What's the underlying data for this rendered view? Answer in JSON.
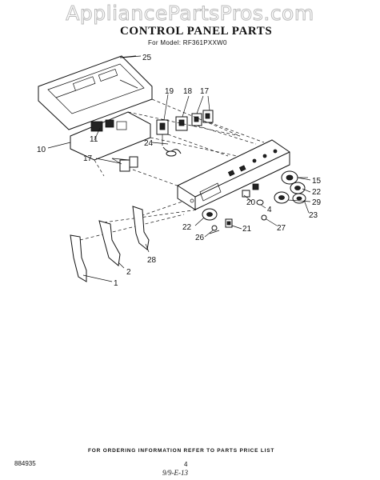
{
  "watermark": "AppliancePartsPros.com",
  "title": "CONTROL PANEL PARTS",
  "subtitle": "For Model: RF361PXXW0",
  "footer_note": "FOR ORDERING INFORMATION REFER TO PARTS PRICE LIST",
  "document_number": "884935",
  "page_number": "4",
  "handwritten_note": "9/9-E-13",
  "callouts": {
    "c25": "25",
    "c19": "19",
    "c18": "18",
    "c17a": "17",
    "c11": "11",
    "c10": "10",
    "c24": "24",
    "c17b": "17",
    "c15": "15",
    "c22a": "22",
    "c29": "29",
    "c20": "20",
    "c4": "4",
    "c23": "23",
    "c22b": "22",
    "c27": "27",
    "c26": "26",
    "c21": "21",
    "c28": "28",
    "c2": "2",
    "c1": "1"
  }
}
